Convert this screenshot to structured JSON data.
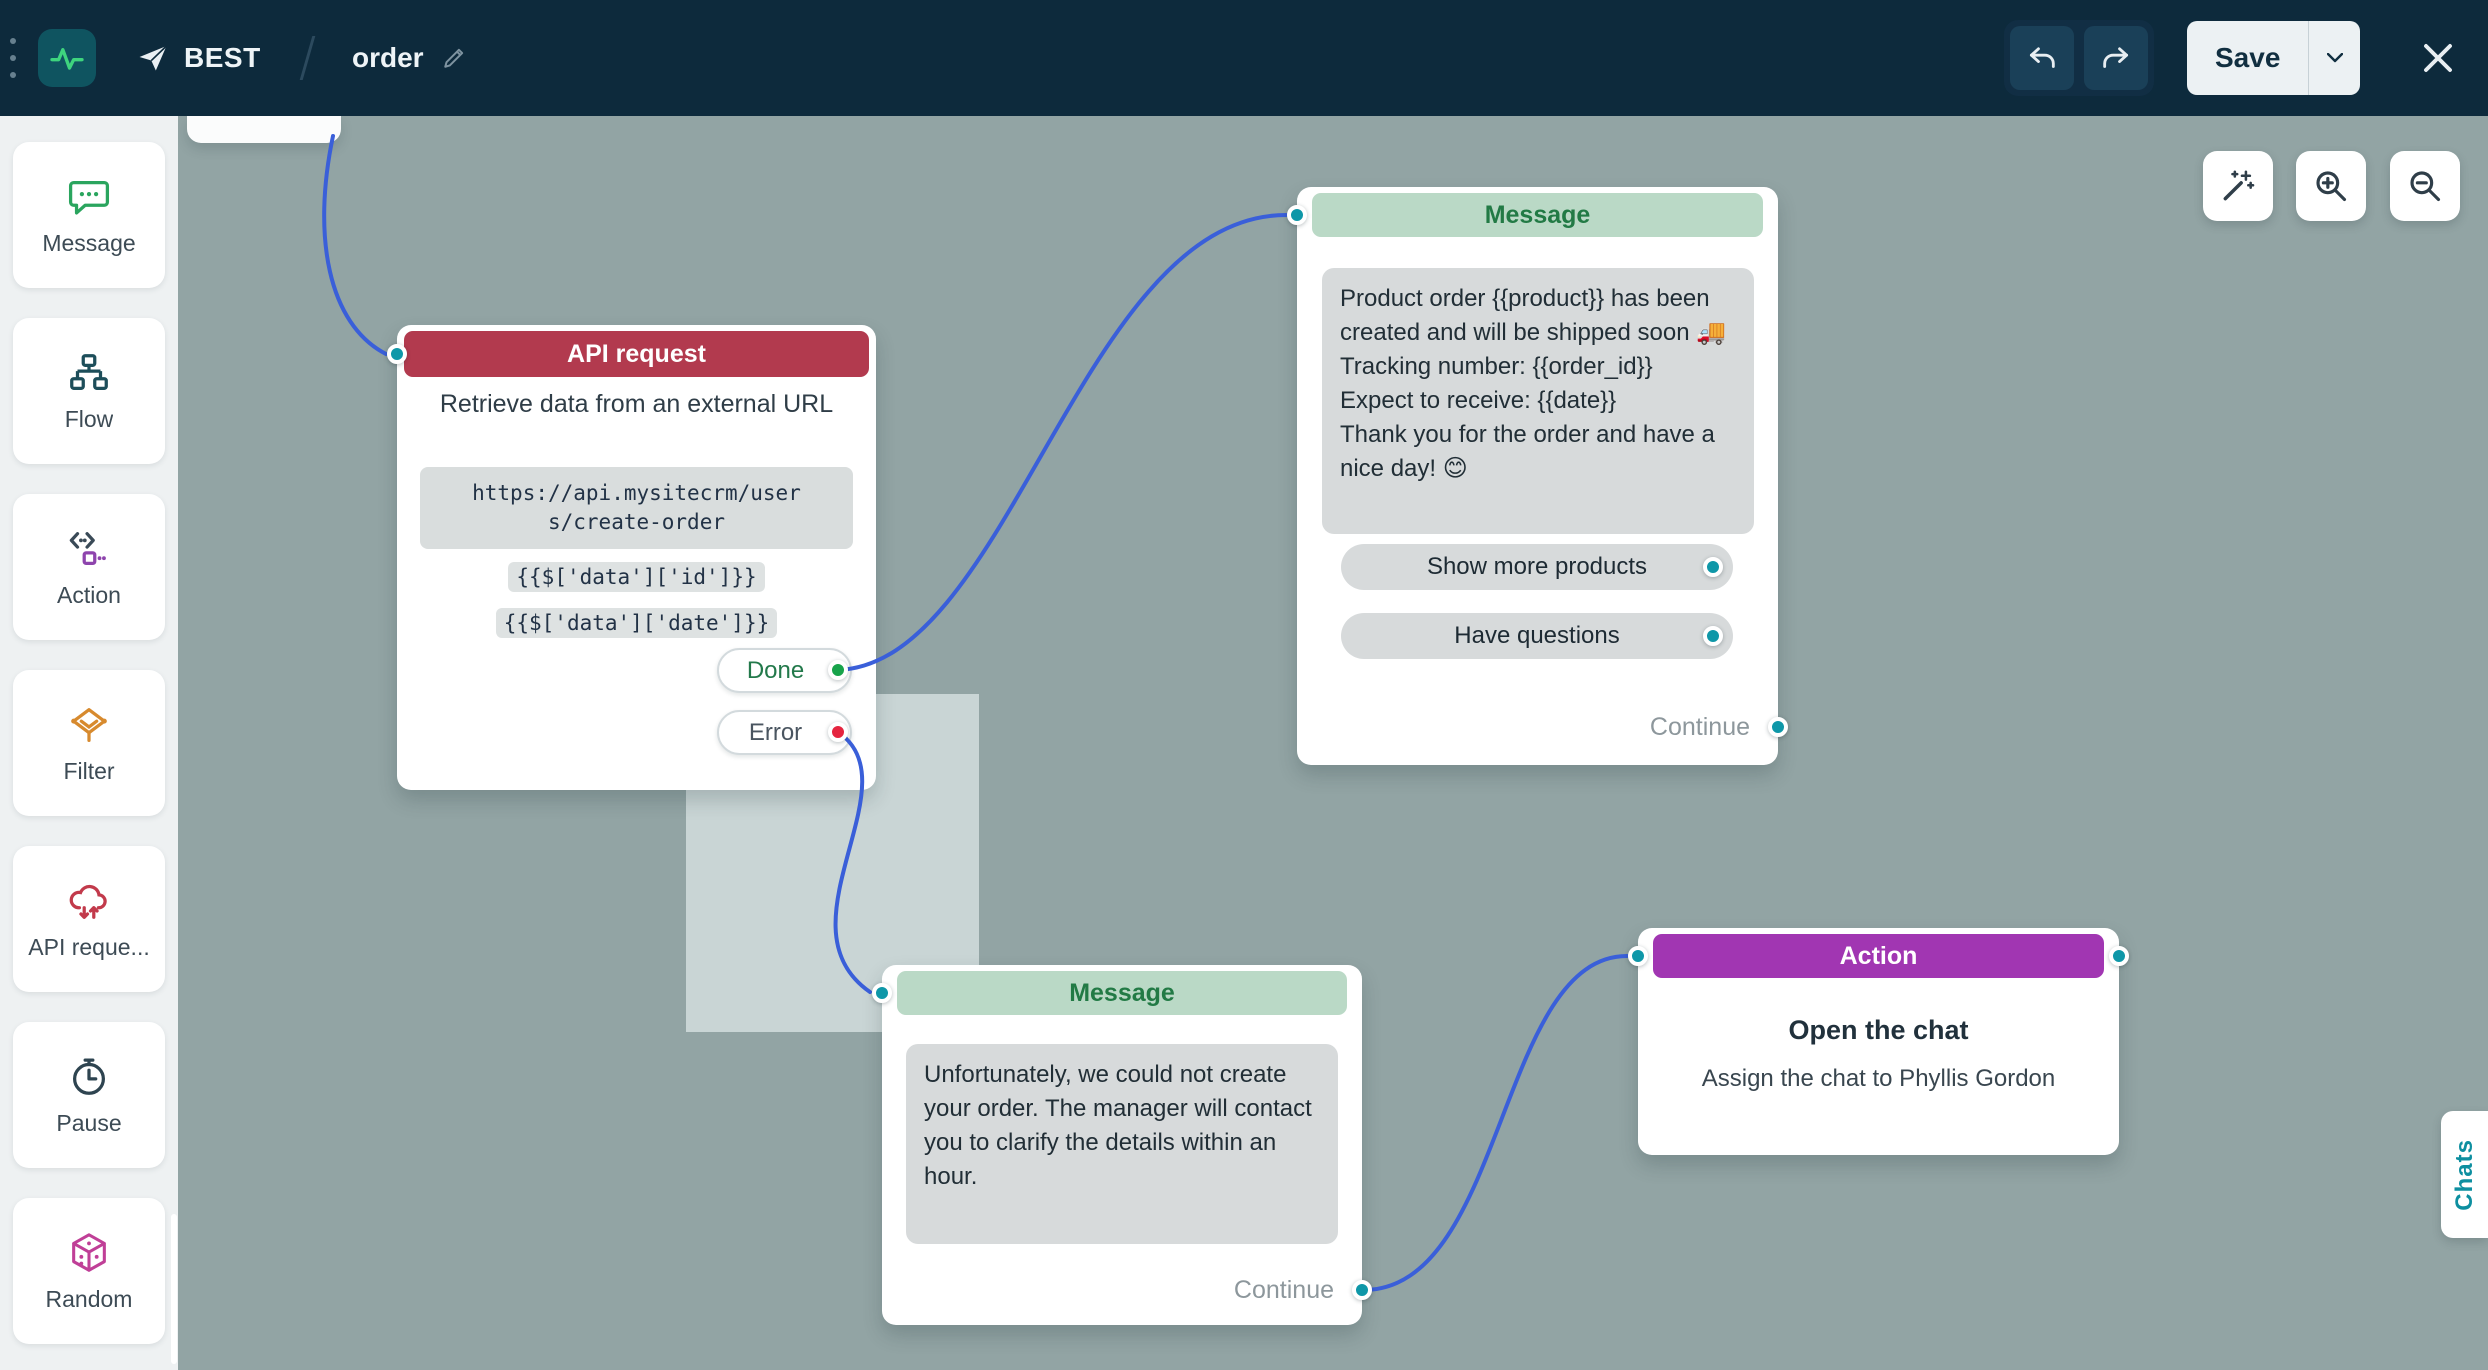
{
  "topbar": {
    "workspace": "BEST",
    "flow_name": "order",
    "save_label": "Save"
  },
  "sidebar": {
    "items": [
      {
        "label": "Message"
      },
      {
        "label": "Flow"
      },
      {
        "label": "Action"
      },
      {
        "label": "Filter"
      },
      {
        "label": "API reque..."
      },
      {
        "label": "Pause"
      },
      {
        "label": "Random"
      }
    ]
  },
  "canvas": {
    "api_request": {
      "title": "API request",
      "description": "Retrieve data from an external URL",
      "url": "https://api.mysitecrm/users/create-order",
      "params": [
        "{{$['data']['id']}}",
        "{{$['data']['date']}}"
      ],
      "outputs": [
        {
          "label": "Done",
          "color": "#17a34a"
        },
        {
          "label": "Error",
          "color": "#e5243f"
        }
      ]
    },
    "message_success": {
      "title": "Message",
      "body": "Product order {{product}} has been created and will be shipped soon 🚚\nTracking number: {{order_id}}\nExpect to receive: {{date}}\nThank you for the order and have a nice day! 😊",
      "buttons": [
        {
          "label": "Show more products"
        },
        {
          "label": "Have questions"
        }
      ],
      "continue_label": "Continue"
    },
    "message_error": {
      "title": "Message",
      "body": "Unfortunately, we could not create your order. The manager will contact you to clarify the details within an hour.",
      "continue_label": "Continue"
    },
    "action": {
      "title": "Action",
      "heading": "Open the chat",
      "description": "Assign the chat to Phyllis Gordon"
    },
    "chats_tab": "Chats"
  },
  "colors": {
    "topbar_bg": "#0d2a3c",
    "canvas_bg": "#92a4a4",
    "accent_teal": "#0e97a8",
    "connection_blue": "#3a5fd9",
    "api_header": "#b23a4e",
    "message_header_bg": "#bad9c6",
    "action_header": "#a136b2",
    "done_dot": "#17a34a",
    "error_dot": "#e5243f"
  }
}
